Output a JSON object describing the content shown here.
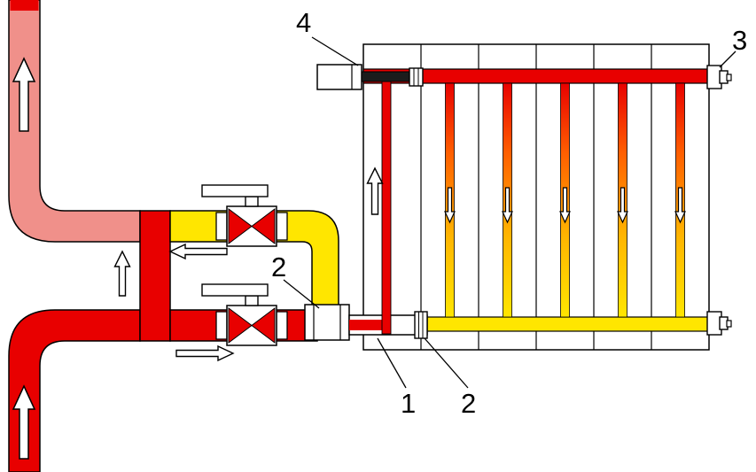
{
  "labels": {
    "part_1": "1",
    "part_2_left": "2",
    "part_2_right": "2",
    "part_3": "3",
    "part_4": "4"
  },
  "colors": {
    "hot_red": "#e80000",
    "mixed_pink": "#f0908a",
    "cool_yellow": "#ffe600",
    "gradient": [
      "#e80000",
      "#ff5f00",
      "#ffb400",
      "#ffe600"
    ],
    "outline_black": "#000000",
    "fitting_dark": "#1c1c1c"
  },
  "radiator": {
    "sections": 6
  },
  "arrows": {
    "supply_pipe": "up",
    "return_pipe": "up",
    "bypass": "up",
    "to_radiator": "right",
    "from_radiator": "left",
    "first_section": "up",
    "other_sections": "down"
  }
}
